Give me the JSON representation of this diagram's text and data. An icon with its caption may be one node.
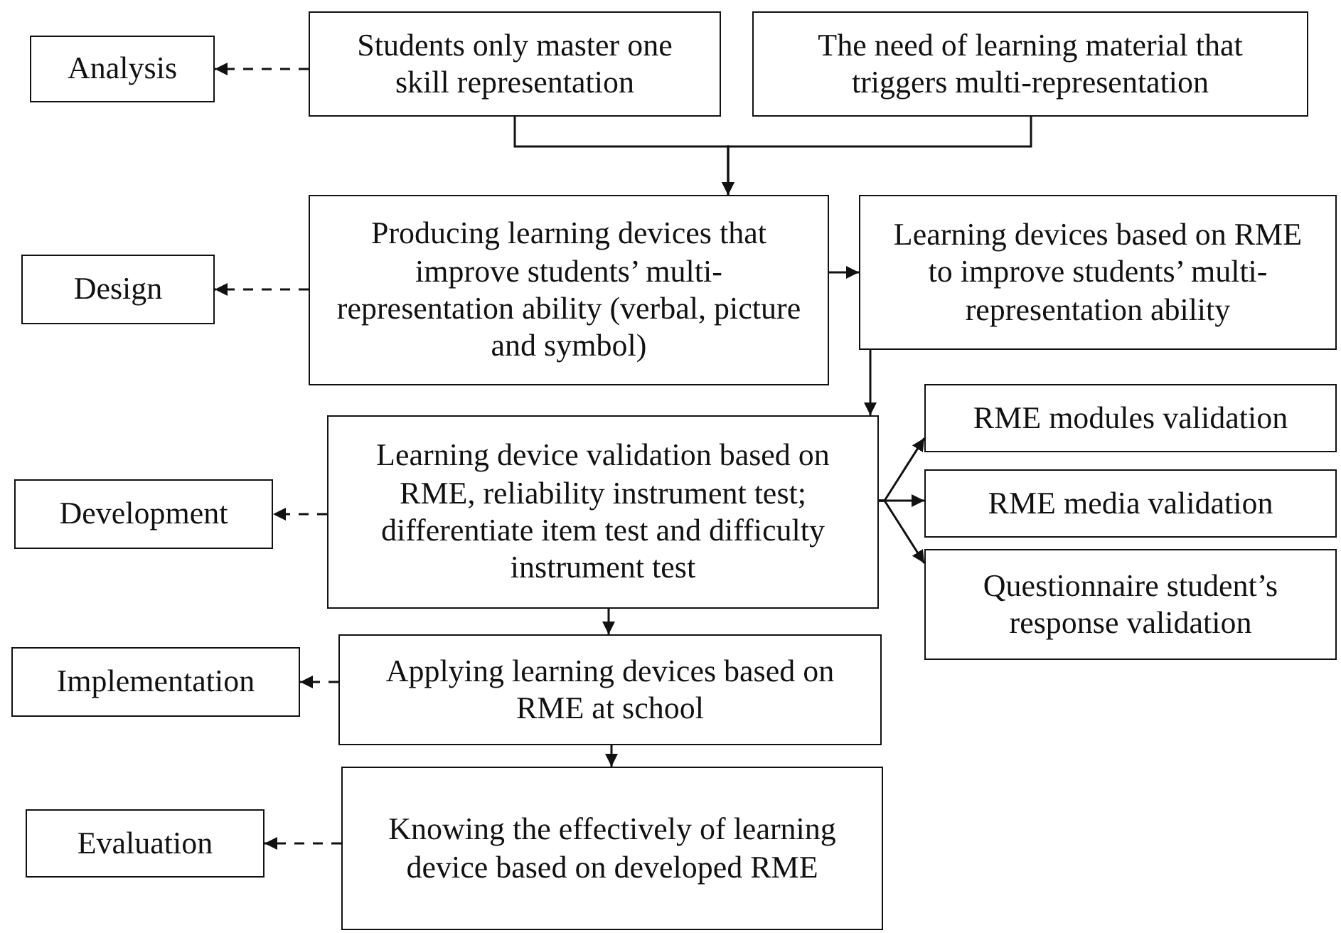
{
  "diagram": {
    "nodes": [
      {
        "text": [
          "Analysis"
        ]
      },
      {
        "text": [
          "Students only master one skill representation"
        ]
      },
      {
        "text": [
          "The need of learning material that triggers multi-representation"
        ]
      },
      {
        "text": [
          "Design"
        ]
      },
      {
        "text": [
          "Producing learning devices that improve students’ multi-representation ability (verbal, picture and symbol)"
        ]
      },
      {
        "text": [
          "Learning devices based on RME to improve students’ multi-representation ability"
        ]
      },
      {
        "text": [
          "Development"
        ]
      },
      {
        "text": [
          "Learning device validation based on RME, reliability instrument test; differentiate item test and difficulty instrument test"
        ]
      },
      {
        "text": [
          "RME modules validation"
        ]
      },
      {
        "text": [
          "RME media validation"
        ]
      },
      {
        "text": [
          "Questionnaire student’s response validation"
        ]
      },
      {
        "text": [
          "Implementation"
        ]
      },
      {
        "text": [
          "Applying learning devices based on RME at school"
        ]
      },
      {
        "text": [
          "Evaluation"
        ]
      },
      {
        "text": [
          "Knowing the effectively of learning device based on developed RME"
        ]
      }
    ],
    "edges": [
      {
        "from": 1,
        "to": 0,
        "arrow": "to",
        "style": "dashed"
      },
      {
        "from": 1,
        "to": 4,
        "arrow": "to"
      },
      {
        "from": 2,
        "to": 4,
        "arrow": "to"
      },
      {
        "from": 4,
        "to": 3,
        "arrow": "to",
        "style": "dashed"
      },
      {
        "from": 4,
        "to": 5,
        "arrow": "to"
      },
      {
        "from": 5,
        "to": 7,
        "arrow": "to"
      },
      {
        "from": 7,
        "to": 6,
        "arrow": "to",
        "style": "dashed"
      },
      {
        "from": 7,
        "to": 8,
        "arrow": "to"
      },
      {
        "from": 7,
        "to": 9,
        "arrow": "to"
      },
      {
        "from": 7,
        "to": 10,
        "arrow": "to"
      },
      {
        "from": 7,
        "to": 12,
        "arrow": "to"
      },
      {
        "from": 12,
        "to": 11,
        "arrow": "to",
        "style": "dashed"
      },
      {
        "from": 12,
        "to": 14,
        "arrow": "to"
      },
      {
        "from": 14,
        "to": 13,
        "arrow": "to",
        "style": "dashed"
      }
    ]
  }
}
